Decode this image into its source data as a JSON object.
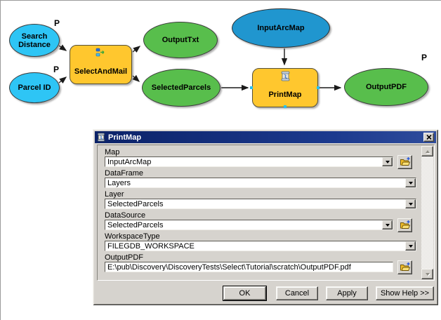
{
  "model_diagram": {
    "param_marker": "P",
    "nodes": [
      {
        "label": "Search Distance",
        "kind": "input-variable",
        "color": "#2ec5f5",
        "param": true
      },
      {
        "label": "Parcel ID",
        "kind": "input-variable",
        "color": "#2ec5f5",
        "param": true
      },
      {
        "label": "SelectAndMail",
        "kind": "model-tool",
        "color": "#ffc72e",
        "param": false
      },
      {
        "label": "OutputTxt",
        "kind": "output-variable",
        "color": "#58be4c",
        "param": false
      },
      {
        "label": "SelectedParcels",
        "kind": "output-variable",
        "color": "#58be4c",
        "param": false
      },
      {
        "label": "InputArcMap",
        "kind": "input-variable",
        "color": "#2096cf",
        "param": false
      },
      {
        "label": "PrintMap",
        "kind": "script-tool",
        "color": "#ffc72e",
        "param": false
      },
      {
        "label": "OutputPDF",
        "kind": "output-variable",
        "color": "#58be4c",
        "param": true
      }
    ],
    "connections": [
      "Search Distance -> SelectAndMail",
      "Parcel ID -> SelectAndMail",
      "SelectAndMail -> OutputTxt",
      "SelectAndMail -> SelectedParcels",
      "SelectedParcels -> PrintMap",
      "InputArcMap -> PrintMap",
      "PrintMap -> OutputPDF"
    ]
  },
  "dialog": {
    "title": "PrintMap",
    "titlebar_color": "#0b2268",
    "fields": [
      {
        "label": "Map",
        "value": "InputArcMap",
        "control": "combo",
        "browse": true
      },
      {
        "label": "DataFrame",
        "value": "Layers",
        "control": "combo",
        "browse": false
      },
      {
        "label": "Layer",
        "value": "SelectedParcels",
        "control": "combo",
        "browse": false
      },
      {
        "label": "DataSource",
        "value": "SelectedParcels",
        "control": "combo",
        "browse": true
      },
      {
        "label": "WorkspaceType",
        "value": "FILEGDB_WORKSPACE",
        "control": "combo",
        "browse": false
      },
      {
        "label": "OutputPDF",
        "value": "E:\\pub\\Discovery\\DiscoveryTests\\Select\\Tutorial\\scratch\\OutputPDF.pdf",
        "control": "text",
        "browse": true
      }
    ],
    "buttons": [
      {
        "label": "OK",
        "default": true
      },
      {
        "label": "Cancel",
        "default": false
      },
      {
        "label": "Apply",
        "default": false
      },
      {
        "label": "Show Help >>",
        "default": false
      }
    ]
  }
}
